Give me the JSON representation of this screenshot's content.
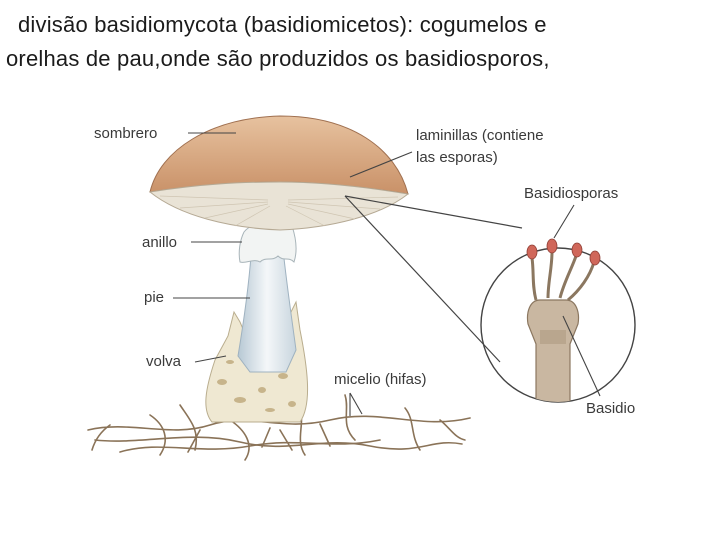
{
  "slide": {
    "line1": "divisão basidiomycota (basidiomicetos): cogumelos e",
    "line2": "orelhas de pau,onde são produzidos os basidiosporos,"
  },
  "diagram": {
    "labels": {
      "sombrero": "sombrero",
      "laminillas_1": "laminillas (contiene",
      "laminillas_2": "las esporas)",
      "basidiosporas": "Basidiosporas",
      "anillo": "anillo",
      "pie": "pie",
      "volva": "volva",
      "micelio": "micelio (hifas)",
      "basidio": "Basidio"
    },
    "colors": {
      "cap": "#d8a880",
      "gills": "#e9e3d6",
      "stem": "#dde6ec",
      "volva": "#efe8d2",
      "mycelium": "#8a7358",
      "spore": "#d0675a",
      "basidium": "#c9b7a1"
    }
  }
}
